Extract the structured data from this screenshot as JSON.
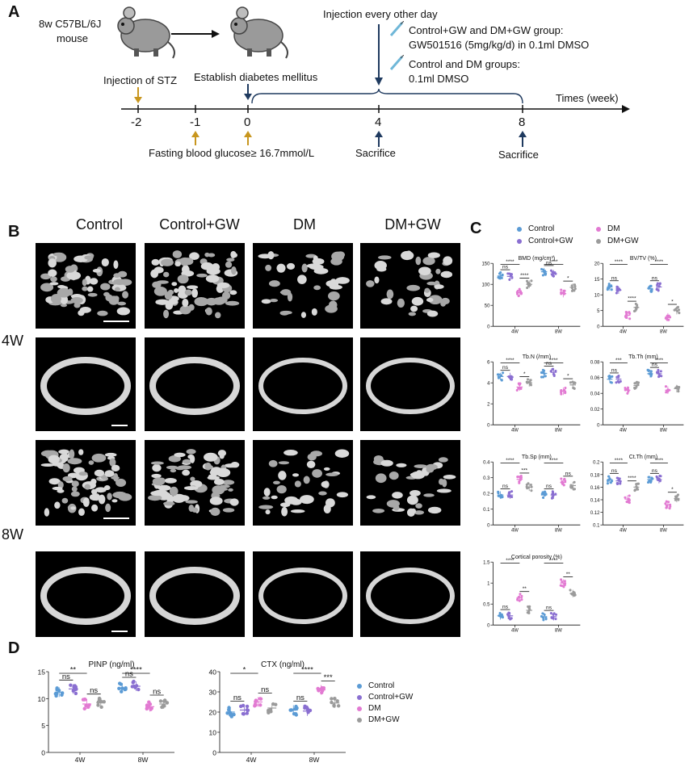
{
  "panelA": {
    "letter": "A",
    "mouse_label": [
      "8w C57BL/6J",
      "mouse"
    ],
    "injection_stz": "Injection of STZ",
    "establish": "Establish diabetes mellitus",
    "injection_every": "Injection every other day",
    "gw_group": "Control+GW and DM+GW group:",
    "gw_dose": "GW501516 (5mg/kg/d) in 0.1ml DMSO",
    "dm_group": "Control and DM groups:",
    "dm_dose": "0.1ml DMSO",
    "times_label": "Times (week)",
    "ticks": [
      "-2",
      "-1",
      "0",
      "4",
      "8"
    ],
    "fasting": "Fasting blood glucose≥ 16.7mmol/L",
    "sacrifice": "Sacrifice",
    "arrow_gold": "#c8961e",
    "arrow_navy": "#1f3a5f"
  },
  "panelB": {
    "letter": "B",
    "columns": [
      "Control",
      "Control+GW",
      "DM",
      "DM+GW"
    ],
    "rows": [
      "4W",
      "8W"
    ]
  },
  "panelC": {
    "letter": "C",
    "legend": [
      {
        "label": "Control",
        "color": "#5b9bd5"
      },
      {
        "label": "Control+GW",
        "color": "#8a6fd1"
      },
      {
        "label": "DM",
        "color": "#e27ad2"
      },
      {
        "label": "DM+GW",
        "color": "#9b9b9b"
      }
    ]
  },
  "panelD": {
    "letter": "D",
    "legend": [
      {
        "label": "Control",
        "color": "#5b9bd5"
      },
      {
        "label": "Control+GW",
        "color": "#8a6fd1"
      },
      {
        "label": "DM",
        "color": "#e27ad2"
      },
      {
        "label": "DM+GW",
        "color": "#9b9b9b"
      }
    ]
  },
  "chart_data": [
    {
      "id": "bmd",
      "type": "scatter",
      "title": "BMD (mg/cm³)",
      "categories": [
        "4W",
        "8W"
      ],
      "ylim": [
        0,
        150
      ],
      "yticks": [
        0,
        50,
        100,
        150
      ],
      "series": [
        {
          "name": "Control",
          "values": [
            120,
            130
          ]
        },
        {
          "name": "Control+GW",
          "values": [
            119,
            125
          ]
        },
        {
          "name": "DM",
          "values": [
            80,
            78
          ]
        },
        {
          "name": "DM+GW",
          "values": [
            100,
            93
          ]
        }
      ],
      "sig": [
        {
          "g": 0,
          "a": 0,
          "b": 1,
          "t": "ns"
        },
        {
          "g": 0,
          "a": 0,
          "b": 2,
          "t": "****"
        },
        {
          "g": 0,
          "a": 2,
          "b": 3,
          "t": "****"
        },
        {
          "g": 1,
          "a": 0,
          "b": 1,
          "t": "ns"
        },
        {
          "g": 1,
          "a": 0,
          "b": 2,
          "t": "****"
        },
        {
          "g": 1,
          "a": 2,
          "b": 3,
          "t": "*"
        }
      ]
    },
    {
      "id": "bvtv",
      "type": "scatter",
      "title": "BV/TV (%)",
      "categories": [
        "4W",
        "8W"
      ],
      "ylim": [
        0,
        20
      ],
      "yticks": [
        0,
        5,
        10,
        15,
        20
      ],
      "series": [
        {
          "name": "Control",
          "values": [
            12.5,
            12
          ]
        },
        {
          "name": "Control+GW",
          "values": [
            11.5,
            12.5
          ]
        },
        {
          "name": "DM",
          "values": [
            3.5,
            3
          ]
        },
        {
          "name": "DM+GW",
          "values": [
            6,
            5
          ]
        }
      ],
      "sig": [
        {
          "g": 0,
          "a": 0,
          "b": 1,
          "t": "ns"
        },
        {
          "g": 0,
          "a": 0,
          "b": 2,
          "t": "****"
        },
        {
          "g": 0,
          "a": 2,
          "b": 3,
          "t": "****"
        },
        {
          "g": 1,
          "a": 0,
          "b": 1,
          "t": "ns"
        },
        {
          "g": 1,
          "a": 0,
          "b": 2,
          "t": "****"
        },
        {
          "g": 1,
          "a": 2,
          "b": 3,
          "t": "*"
        }
      ]
    },
    {
      "id": "tbn",
      "type": "scatter",
      "title": "Tb.N (/mm)",
      "categories": [
        "4W",
        "8W"
      ],
      "ylim": [
        0,
        6
      ],
      "yticks": [
        0,
        2,
        4,
        6
      ],
      "series": [
        {
          "name": "Control",
          "values": [
            4.6,
            4.9
          ]
        },
        {
          "name": "Control+GW",
          "values": [
            4.6,
            5.0
          ]
        },
        {
          "name": "DM",
          "values": [
            3.6,
            3.2
          ]
        },
        {
          "name": "DM+GW",
          "values": [
            4.0,
            3.8
          ]
        }
      ],
      "sig": [
        {
          "g": 0,
          "a": 0,
          "b": 1,
          "t": "ns"
        },
        {
          "g": 0,
          "a": 0,
          "b": 2,
          "t": "****"
        },
        {
          "g": 0,
          "a": 2,
          "b": 3,
          "t": "*"
        },
        {
          "g": 1,
          "a": 0,
          "b": 1,
          "t": "ns"
        },
        {
          "g": 1,
          "a": 0,
          "b": 2,
          "t": "****"
        },
        {
          "g": 1,
          "a": 2,
          "b": 3,
          "t": "*"
        }
      ]
    },
    {
      "id": "tbth",
      "type": "scatter",
      "title": "Tb.Th (mm)",
      "categories": [
        "4W",
        "8W"
      ],
      "ylim": [
        0,
        0.08
      ],
      "yticks": [
        0,
        0.02,
        0.04,
        0.06,
        0.08
      ],
      "series": [
        {
          "name": "Control",
          "values": [
            0.058,
            0.065
          ]
        },
        {
          "name": "Control+GW",
          "values": [
            0.058,
            0.065
          ]
        },
        {
          "name": "DM",
          "values": [
            0.044,
            0.044
          ]
        },
        {
          "name": "DM+GW",
          "values": [
            0.05,
            0.046
          ]
        }
      ],
      "sig": [
        {
          "g": 0,
          "a": 0,
          "b": 1,
          "t": "ns"
        },
        {
          "g": 0,
          "a": 0,
          "b": 2,
          "t": "***"
        },
        {
          "g": 1,
          "a": 0,
          "b": 1,
          "t": "ns"
        },
        {
          "g": 1,
          "a": 0,
          "b": 2,
          "t": "****"
        }
      ]
    },
    {
      "id": "tbsp",
      "type": "scatter",
      "title": "Tb.Sp (mm)",
      "categories": [
        "4W",
        "8W"
      ],
      "ylim": [
        0,
        0.4
      ],
      "yticks": [
        0,
        0.1,
        0.2,
        0.3,
        0.4
      ],
      "series": [
        {
          "name": "Control",
          "values": [
            0.19,
            0.19
          ]
        },
        {
          "name": "Control+GW",
          "values": [
            0.19,
            0.19
          ]
        },
        {
          "name": "DM",
          "values": [
            0.29,
            0.27
          ]
        },
        {
          "name": "DM+GW",
          "values": [
            0.24,
            0.25
          ]
        }
      ],
      "sig": [
        {
          "g": 0,
          "a": 0,
          "b": 1,
          "t": "ns"
        },
        {
          "g": 0,
          "a": 0,
          "b": 2,
          "t": "****"
        },
        {
          "g": 0,
          "a": 2,
          "b": 3,
          "t": "***"
        },
        {
          "g": 1,
          "a": 0,
          "b": 1,
          "t": "ns"
        },
        {
          "g": 1,
          "a": 0,
          "b": 2,
          "t": "****"
        },
        {
          "g": 1,
          "a": 2,
          "b": 3,
          "t": "ns"
        }
      ]
    },
    {
      "id": "ctth",
      "type": "scatter",
      "title": "Ct.Th (mm)",
      "categories": [
        "4W",
        "8W"
      ],
      "ylim": [
        0.1,
        0.2
      ],
      "yticks": [
        0.1,
        0.12,
        0.14,
        0.16,
        0.18,
        0.2
      ],
      "series": [
        {
          "name": "Control",
          "values": [
            0.172,
            0.172
          ]
        },
        {
          "name": "Control+GW",
          "values": [
            0.17,
            0.172
          ]
        },
        {
          "name": "DM",
          "values": [
            0.141,
            0.132
          ]
        },
        {
          "name": "DM+GW",
          "values": [
            0.16,
            0.142
          ]
        }
      ],
      "sig": [
        {
          "g": 0,
          "a": 0,
          "b": 1,
          "t": "ns"
        },
        {
          "g": 0,
          "a": 0,
          "b": 2,
          "t": "****"
        },
        {
          "g": 0,
          "a": 2,
          "b": 3,
          "t": "****"
        },
        {
          "g": 1,
          "a": 0,
          "b": 1,
          "t": "ns"
        },
        {
          "g": 1,
          "a": 0,
          "b": 2,
          "t": "****"
        },
        {
          "g": 1,
          "a": 2,
          "b": 3,
          "t": "*"
        }
      ]
    },
    {
      "id": "cp",
      "type": "scatter",
      "title": "Cortical porosity (%)",
      "categories": [
        "4W",
        "8W"
      ],
      "ylim": [
        0,
        1.5
      ],
      "yticks": [
        0,
        0.5,
        1.0,
        1.5
      ],
      "series": [
        {
          "name": "Control",
          "values": [
            0.22,
            0.2
          ]
        },
        {
          "name": "Control+GW",
          "values": [
            0.22,
            0.2
          ]
        },
        {
          "name": "DM",
          "values": [
            0.65,
            1.0
          ]
        },
        {
          "name": "DM+GW",
          "values": [
            0.35,
            0.75
          ]
        }
      ],
      "sig": [
        {
          "g": 0,
          "a": 0,
          "b": 1,
          "t": "ns"
        },
        {
          "g": 0,
          "a": 0,
          "b": 2,
          "t": "****"
        },
        {
          "g": 0,
          "a": 2,
          "b": 3,
          "t": "**"
        },
        {
          "g": 1,
          "a": 0,
          "b": 1,
          "t": "ns"
        },
        {
          "g": 1,
          "a": 0,
          "b": 2,
          "t": "****"
        },
        {
          "g": 1,
          "a": 2,
          "b": 3,
          "t": "**"
        }
      ]
    },
    {
      "id": "pinp",
      "type": "scatter",
      "title": "PINP (ng/ml)",
      "categories": [
        "4W",
        "8W"
      ],
      "ylim": [
        0,
        15
      ],
      "yticks": [
        0,
        5,
        10,
        15
      ],
      "series": [
        {
          "name": "Control",
          "values": [
            11.2,
            12
          ]
        },
        {
          "name": "Control+GW",
          "values": [
            11.8,
            12.3
          ]
        },
        {
          "name": "DM",
          "values": [
            9,
            8.5
          ]
        },
        {
          "name": "DM+GW",
          "values": [
            9.2,
            9
          ]
        }
      ],
      "sig": [
        {
          "g": 0,
          "a": 0,
          "b": 1,
          "t": "ns"
        },
        {
          "g": 0,
          "a": 0,
          "b": 2,
          "t": "**"
        },
        {
          "g": 0,
          "a": 2,
          "b": 3,
          "t": "ns"
        },
        {
          "g": 1,
          "a": 0,
          "b": 1,
          "t": "ns"
        },
        {
          "g": 1,
          "a": 0,
          "b": 2,
          "t": "****"
        },
        {
          "g": 1,
          "a": 2,
          "b": 3,
          "t": "ns"
        }
      ]
    },
    {
      "id": "ctx",
      "type": "scatter",
      "title": "CTX (ng/ml)",
      "categories": [
        "4W",
        "8W"
      ],
      "ylim": [
        0,
        40
      ],
      "yticks": [
        0,
        10,
        20,
        30,
        40
      ],
      "series": [
        {
          "name": "Control",
          "values": [
            20,
            21
          ]
        },
        {
          "name": "Control+GW",
          "values": [
            21,
            20.5
          ]
        },
        {
          "name": "DM",
          "values": [
            25,
            31
          ]
        },
        {
          "name": "DM+GW",
          "values": [
            22,
            24.5
          ]
        }
      ],
      "sig": [
        {
          "g": 0,
          "a": 0,
          "b": 1,
          "t": "ns"
        },
        {
          "g": 0,
          "a": 0,
          "b": 2,
          "t": "*"
        },
        {
          "g": 0,
          "a": 2,
          "b": 3,
          "t": "ns"
        },
        {
          "g": 1,
          "a": 0,
          "b": 1,
          "t": "ns"
        },
        {
          "g": 1,
          "a": 0,
          "b": 2,
          "t": "****"
        },
        {
          "g": 1,
          "a": 2,
          "b": 3,
          "t": "***"
        }
      ]
    }
  ]
}
